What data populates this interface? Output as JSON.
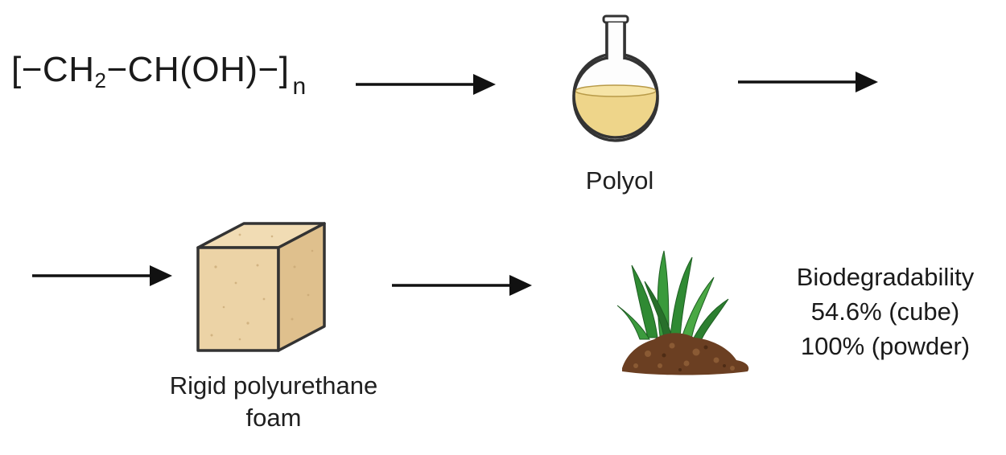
{
  "formula": {
    "bracket_open": "[",
    "part1": "−CH",
    "sub2": "2",
    "part2": "−CH(OH)−",
    "bracket_close": "]",
    "subscript_n": "n"
  },
  "stages": {
    "polyol_label": "Polyol",
    "foam_label_line1": "Rigid polyurethane",
    "foam_label_line2": "foam"
  },
  "biodegradability": {
    "title": "Biodegradability",
    "cube": "54.6% (cube)",
    "powder": "100% (powder)"
  },
  "colors": {
    "liquid": "#eed58a",
    "foam": "#ecd3a6",
    "soil": "#6b3f22",
    "grass": "#2f8a33",
    "arrow": "#111111"
  },
  "icons": [
    "flask-icon",
    "foam-cube-icon",
    "soil-grass-icon"
  ]
}
